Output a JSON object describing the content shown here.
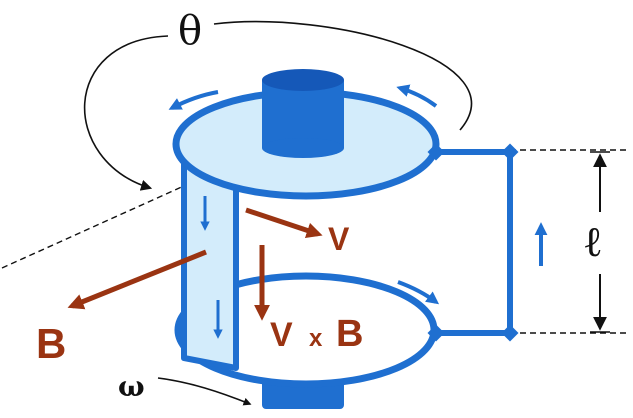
{
  "labels": {
    "theta": "θ",
    "omega": "ω",
    "v": "V",
    "vxb_v": "V",
    "vxb_x": "x",
    "vxb_b": "B",
    "b": "B",
    "ell": "ℓ"
  },
  "colors": {
    "blue": "#1f6fd0",
    "light_blue": "#d3ecfb",
    "dark_blue": "#1558b8",
    "red_brown": "#9a3412",
    "black": "#111111"
  }
}
